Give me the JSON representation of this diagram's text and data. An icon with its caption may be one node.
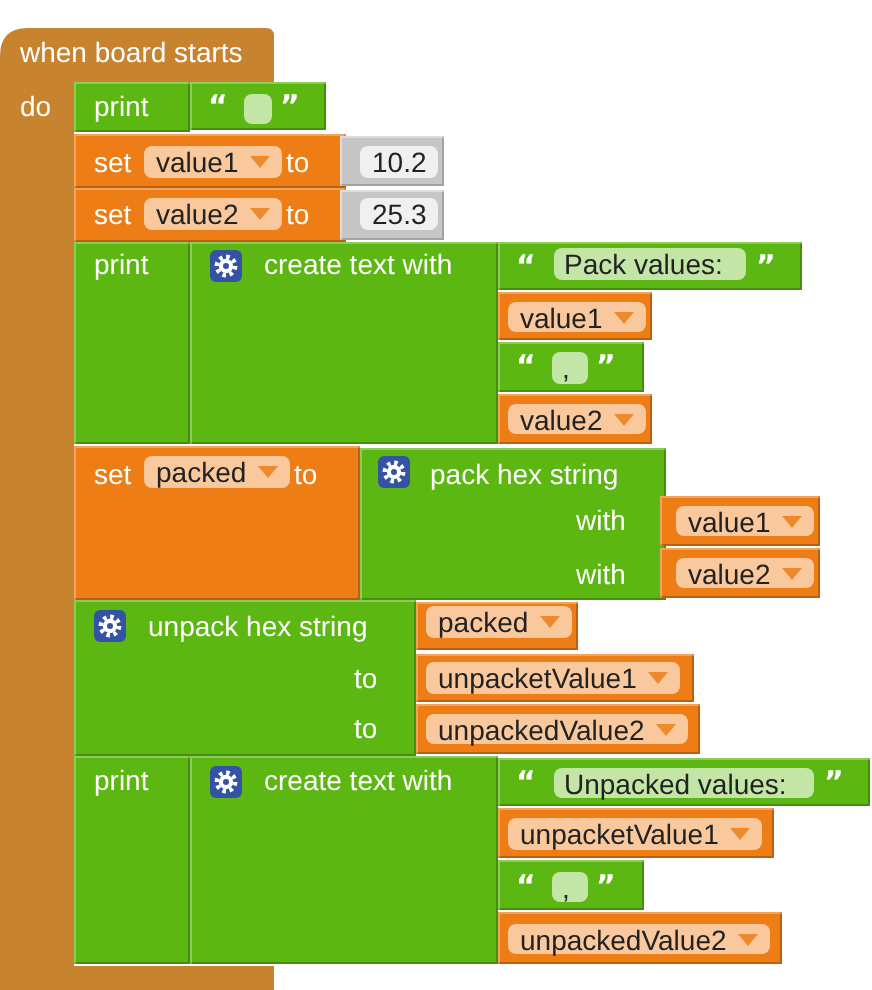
{
  "diagram": {
    "nodes": [
      {
        "text": [
          "when board starts",
          "do"
        ]
      },
      {
        "text": [
          "print"
        ]
      },
      {
        "text": [
          "“",
          "”"
        ]
      },
      {
        "text": [
          "set",
          "value1",
          "to"
        ]
      },
      {
        "text": [
          "10.2"
        ]
      },
      {
        "text": [
          "set",
          "value2",
          "to"
        ]
      },
      {
        "text": [
          "25.3"
        ]
      },
      {
        "text": [
          "print"
        ]
      },
      {
        "text": [
          "create text with"
        ]
      },
      {
        "text": [
          "“",
          "Pack values:",
          "”"
        ]
      },
      {
        "text": [
          "value1"
        ]
      },
      {
        "text": [
          "“",
          ",",
          "”"
        ]
      },
      {
        "text": [
          "value2"
        ]
      },
      {
        "text": [
          "set",
          "packed",
          "to"
        ]
      },
      {
        "text": [
          "pack hex string",
          "with",
          "with"
        ]
      },
      {
        "text": [
          "value1"
        ]
      },
      {
        "text": [
          "value2"
        ]
      },
      {
        "text": [
          "unpack hex string",
          "to",
          "to"
        ]
      },
      {
        "text": [
          "packed"
        ]
      },
      {
        "text": [
          "unpacketValue1"
        ]
      },
      {
        "text": [
          "unpackedValue2"
        ]
      },
      {
        "text": [
          "print"
        ]
      },
      {
        "text": [
          "create text with"
        ]
      },
      {
        "text": [
          "“",
          "Unpacked values:",
          "”"
        ]
      },
      {
        "text": [
          "unpacketValue1"
        ]
      },
      {
        "text": [
          "“",
          ",",
          "”"
        ]
      },
      {
        "text": [
          "unpackedValue2"
        ]
      }
    ]
  }
}
